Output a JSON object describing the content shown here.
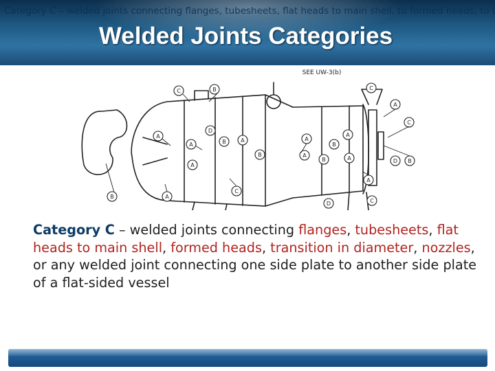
{
  "slide": {
    "header_ticker": "Category C – welded joints connecting flanges, tubesheets, flat heads to main shell, to formed heads, to transition in",
    "title": "Welded Joints Categories"
  },
  "figure": {
    "label_see": "SEE UW-3(b)",
    "labels": [
      "A",
      "B",
      "C",
      "D"
    ]
  },
  "body": {
    "category": "Category C",
    "seg1": " – welded joints connecting ",
    "flanges": "flanges",
    "seg2": ", ",
    "tubesheets": "tubesheets",
    "seg3": ", ",
    "flat_heads": "flat heads to main shell",
    "seg4": ", ",
    "formed_heads": "formed heads",
    "seg5": ", ",
    "transition": "transition in diameter",
    "seg6": ", ",
    "nozzles": "nozzles",
    "seg7": ", or any welded joint connecting one side plate to another side plate of a flat-sided vessel"
  },
  "colors": {
    "header_dark": "#0c2e4c",
    "keyword": "#0d3b66",
    "highlight": "#b0231f",
    "footer": "#1f5b93"
  }
}
